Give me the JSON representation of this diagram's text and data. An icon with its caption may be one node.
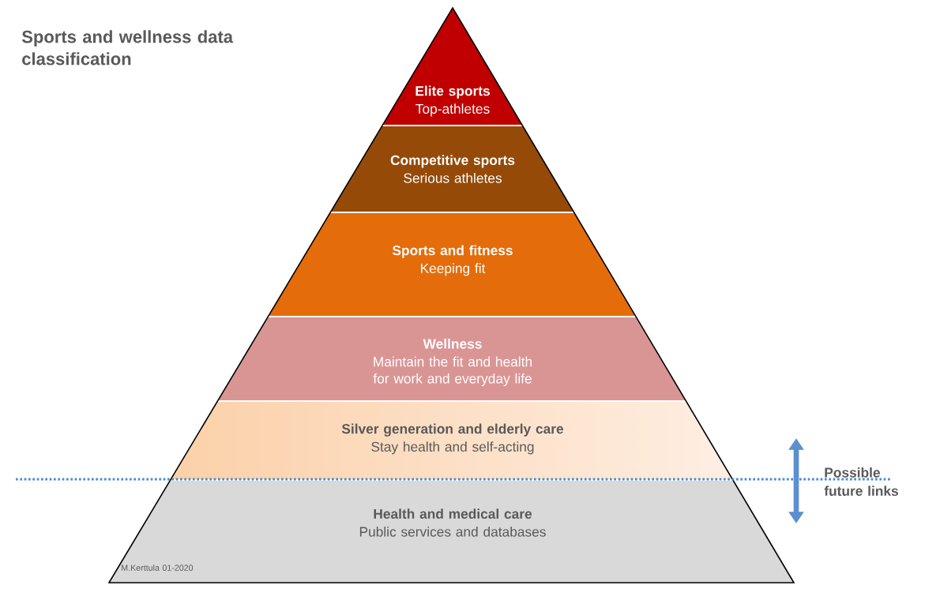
{
  "diagram": {
    "title": "Sports and wellness data classification",
    "nodes": [
      {
        "text": [
          "Elite sports",
          "Top-athletes"
        ]
      },
      {
        "text": [
          "Competitive sports",
          "Serious athletes"
        ]
      },
      {
        "text": [
          "Sports and fitness",
          "Keeping fit"
        ]
      },
      {
        "text": [
          "Wellness",
          "Maintain the fit and health for work and everyday life"
        ]
      },
      {
        "text": [
          "Silver generation and elderly care",
          "Stay health and self-acting"
        ]
      },
      {
        "text": [
          "Health and medical care",
          "Public services and databases"
        ]
      }
    ],
    "labels": [
      "Possible future links",
      "M.Kerttula 01-2020"
    ]
  }
}
